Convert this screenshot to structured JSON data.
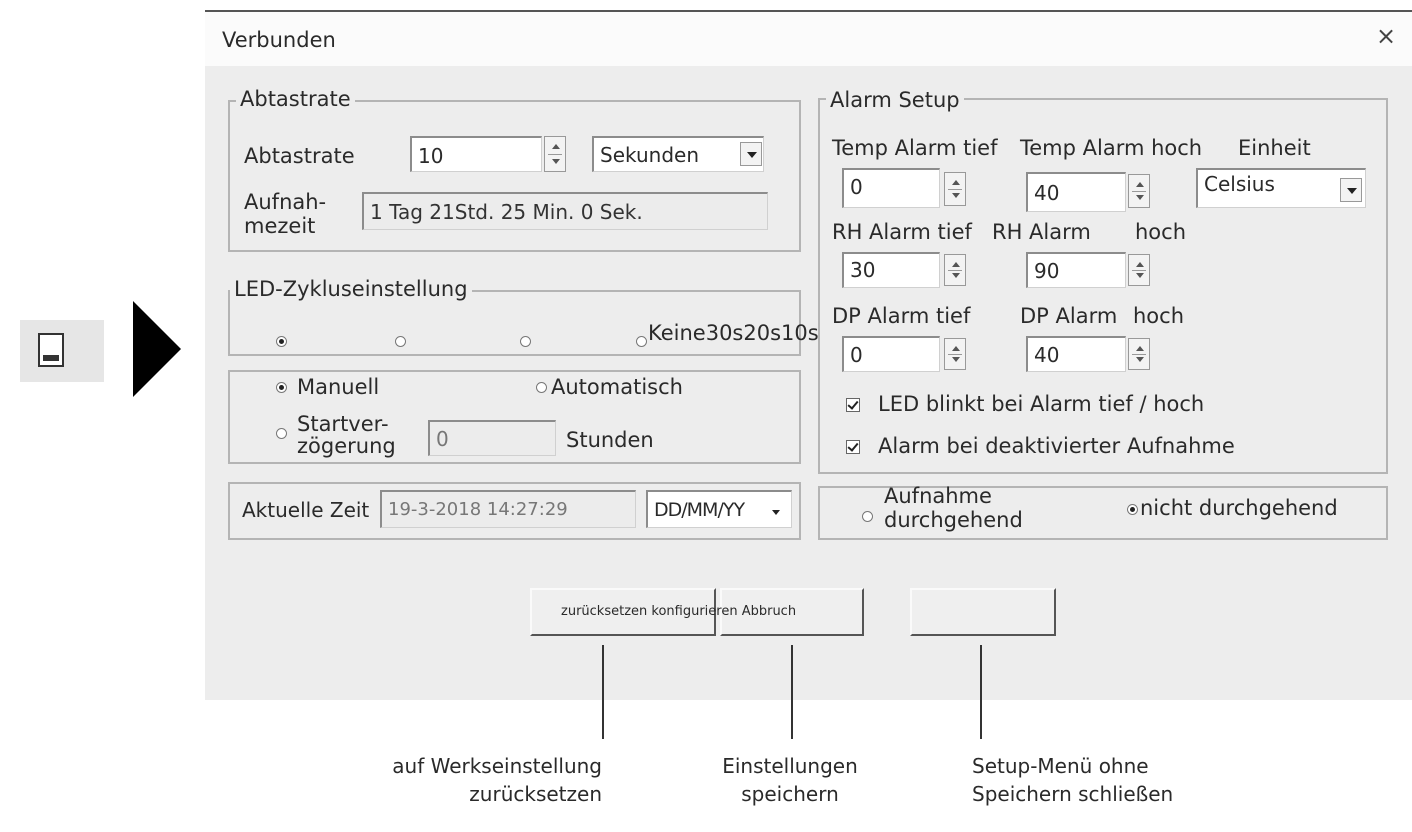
{
  "window": {
    "title": "Verbunden",
    "close_glyph": "×"
  },
  "icons": {
    "side_icon": "window-icon",
    "arrow": "right-arrow-icon",
    "close": "close-icon"
  },
  "abtastrate_group": {
    "legend": "Abtastrate",
    "rate_label": "Abtastrate",
    "rate_value": "10",
    "rate_unit": "Sekunden",
    "aufnahmezeit_label_1": "Aufnah-",
    "aufnahmezeit_label_2": "mezeit",
    "aufnahmezeit_value": "1 Tag  21Std.  25 Min.  0 Sek."
  },
  "led_group": {
    "legend": "LED-Zykluseinstellung",
    "options_label": "Keine30s20s10s",
    "selected_index": 0
  },
  "start_group": {
    "manuell_label": "Manuell",
    "automatisch_label": "Automatisch",
    "start_label_1": "Startver-",
    "start_label_2": "zögerung",
    "delay_value": "0",
    "delay_unit": "Stunden",
    "selected": "Manuell"
  },
  "time_group": {
    "label": "Aktuelle Zeit",
    "value": "19-3-2018 14:27:29",
    "format": "DD/MM/YY"
  },
  "alarm_group": {
    "legend": "Alarm Setup",
    "temp_low_label": "Temp Alarm tief",
    "temp_high_label": "Temp Alarm hoch",
    "unit_label": "Einheit",
    "temp_low_value": "0",
    "temp_high_value": "40",
    "unit_value": "Celsius",
    "rh_low_label": "RH Alarm tief",
    "rh_high_label": "RH Alarm",
    "rh_high_label_2": "hoch",
    "rh_low_value": "30",
    "rh_high_value": "90",
    "dp_low_label": "DP Alarm tief",
    "dp_high_label": "DP Alarm",
    "dp_high_label_2": "hoch",
    "dp_low_value": "0",
    "dp_high_value": "40",
    "led_blink_label": "LED blinkt bei Alarm tief / hoch",
    "alarm_inactive_label": "Alarm bei deaktivierter Aufnahme",
    "led_blink_checked": true,
    "alarm_inactive_checked": true
  },
  "record_group": {
    "durchgehend_label_1": "Aufnahme",
    "durchgehend_label_2": "durchgehend",
    "nicht_label": "nicht durchgehend",
    "selected": "nicht durchgehend"
  },
  "buttons": {
    "label": "zurücksetzen konfigurieren Abbruch"
  },
  "captions": {
    "reset_1": "auf Werkseinstellung",
    "reset_2": "zurücksetzen",
    "save_1": "Einstellungen",
    "save_2": "speichern",
    "cancel_1": "Setup-Menü ohne",
    "cancel_2": "Speichern schließen"
  }
}
